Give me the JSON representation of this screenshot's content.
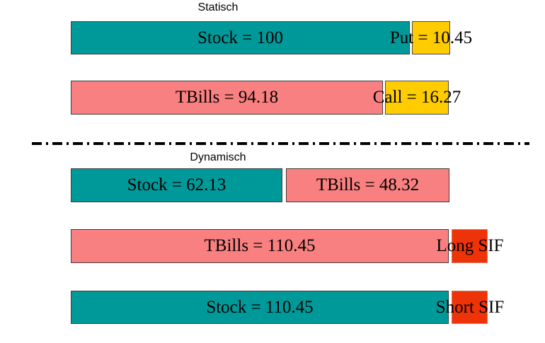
{
  "titles": {
    "static": "Statisch",
    "dynamic": "Dynamisch"
  },
  "colors": {
    "teal": "#009999",
    "pink": "#F98080",
    "yellow": "#FFCC00",
    "red": "#EE3309",
    "bar_border": "#3e3e3e",
    "text": "#000000",
    "background": "#ffffff"
  },
  "rows": [
    {
      "section": "Statisch",
      "segments": [
        {
          "kind": "stock",
          "label": "Stock = 100",
          "value": 100,
          "color": "teal"
        },
        {
          "kind": "put",
          "label": "Put = 10.45",
          "value": 10.45,
          "color": "yellow"
        }
      ]
    },
    {
      "section": "Statisch",
      "segments": [
        {
          "kind": "tbills",
          "label": "TBills = 94.18",
          "value": 94.18,
          "color": "pink"
        },
        {
          "kind": "call",
          "label": "Call = 16.27",
          "value": 16.27,
          "color": "yellow"
        }
      ]
    },
    {
      "section": "Dynamisch",
      "segments": [
        {
          "kind": "stock",
          "label": "Stock = 62.13",
          "value": 62.13,
          "color": "teal"
        },
        {
          "kind": "tbills",
          "label": "TBills = 48.32",
          "value": 48.32,
          "color": "pink"
        }
      ]
    },
    {
      "section": "Dynamisch",
      "segments": [
        {
          "kind": "tbills",
          "label": "TBills = 110.45",
          "value": 110.45,
          "color": "pink"
        },
        {
          "kind": "long_sif",
          "label": "Long SIF",
          "color": "red"
        }
      ]
    },
    {
      "section": "Dynamisch",
      "segments": [
        {
          "kind": "stock",
          "label": "Stock = 110.45",
          "value": 110.45,
          "color": "teal"
        },
        {
          "kind": "short_sif",
          "label": "Short SIF",
          "color": "red"
        }
      ]
    }
  ]
}
